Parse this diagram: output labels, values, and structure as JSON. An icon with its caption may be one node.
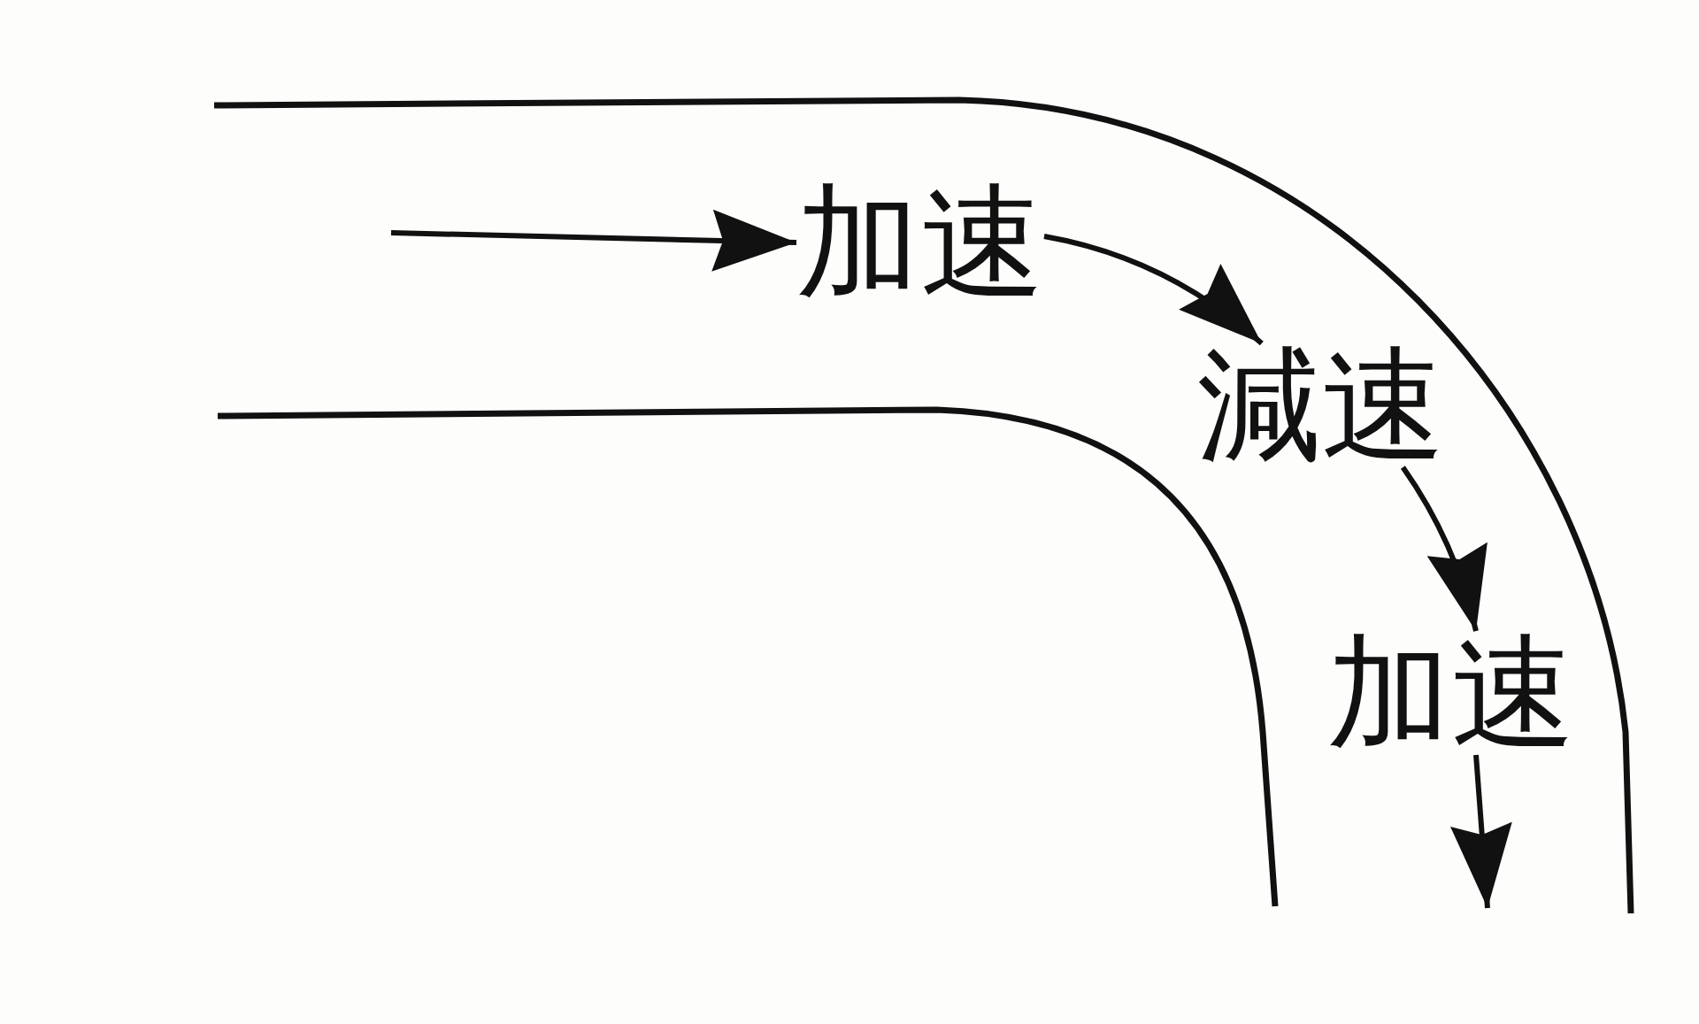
{
  "diagram": {
    "nodes": [
      {
        "text": [
          "加速"
        ]
      },
      {
        "text": [
          "減速"
        ]
      },
      {
        "text": [
          "加速"
        ]
      }
    ],
    "edges": [
      {
        "from": null,
        "to": 0,
        "arrow": "to"
      },
      {
        "from": 0,
        "to": 1,
        "arrow": "to"
      },
      {
        "from": 1,
        "to": 2,
        "arrow": "to"
      },
      {
        "from": 2,
        "to": null,
        "arrow": "to"
      }
    ]
  }
}
